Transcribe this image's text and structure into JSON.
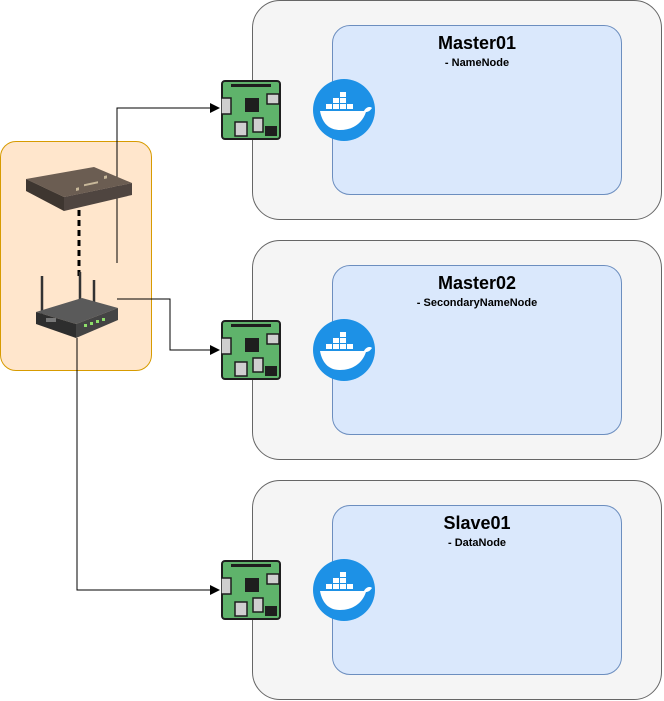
{
  "nodes": [
    {
      "title": "Master01",
      "role": "- NameNode"
    },
    {
      "title": "Master02",
      "role": "- SecondaryNameNode"
    },
    {
      "title": "Slave01",
      "role": "- DataNode"
    }
  ],
  "colors": {
    "outer_fill": "#f5f5f5",
    "outer_stroke": "#666666",
    "inner_fill": "#dae8fc",
    "inner_stroke": "#6c8ebf",
    "lan_fill": "#ffe6cc",
    "lan_stroke": "#d79b00",
    "docker_blue": "#1d91e6",
    "pcb_green": "#5fb36b"
  },
  "icons": {
    "modem": "modem-icon",
    "router": "wireless-router-icon",
    "board": "raspberry-pi-icon",
    "container": "docker-icon"
  }
}
